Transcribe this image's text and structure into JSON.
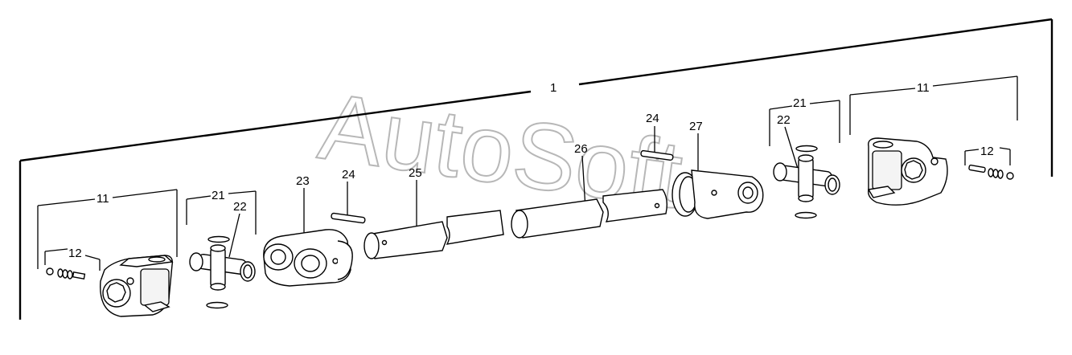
{
  "labels": {
    "assembly": "1",
    "yoke_left": "11",
    "cross_kit_left": "21",
    "cross_left": "22",
    "small_parts_left": "12",
    "clamp_yoke": "23",
    "pin_left": "24",
    "inner_tube": "25",
    "outer_tube": "26",
    "pin_right": "24",
    "shield_yoke": "27",
    "cross_kit_right": "21",
    "cross_right": "22",
    "yoke_right": "11",
    "small_parts_right": "12"
  },
  "watermark": "AutoSoft"
}
